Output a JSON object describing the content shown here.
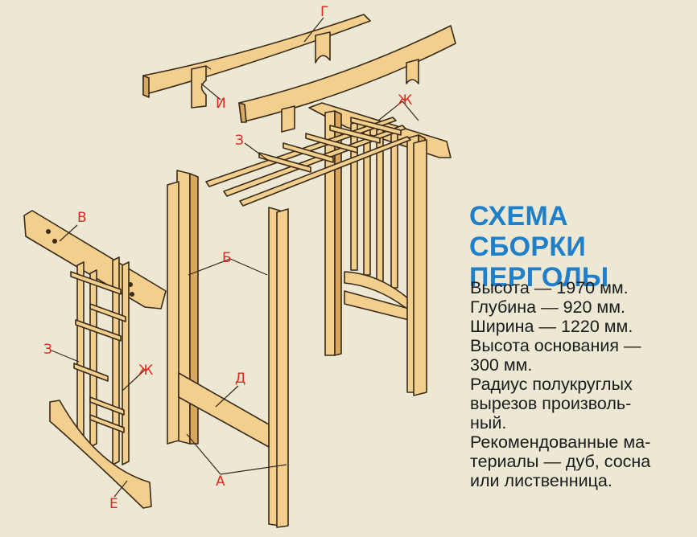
{
  "title": {
    "line1": "СХЕМА СБОРКИ",
    "line2": "ПЕРГОЛЫ"
  },
  "specs": [
    "Высота — 1970 мм.",
    "Глубина — 920 мм.",
    "Ширина — 1220 мм.",
    "Высота основания —",
    "300 мм.",
    "Радиус полукруглых",
    "вырезов произволь-",
    "ный.",
    "Рекомендованные ма-",
    "териалы — дуб, сосна",
    "или лиственница."
  ],
  "labels": {
    "g": "Г",
    "i": "И",
    "zh_top": "Ж",
    "z_top": "З",
    "v": "В",
    "b": "Б",
    "z_left": "З",
    "zh_left": "Ж",
    "d": "Д",
    "a": "А",
    "e": "Е"
  },
  "colors": {
    "background": "#ede8d4",
    "wood": "#f2cf8c",
    "wood_shade": "#d9a860",
    "outline": "#3a2a18",
    "label": "#e0281e",
    "title": "#1f7fc8"
  }
}
